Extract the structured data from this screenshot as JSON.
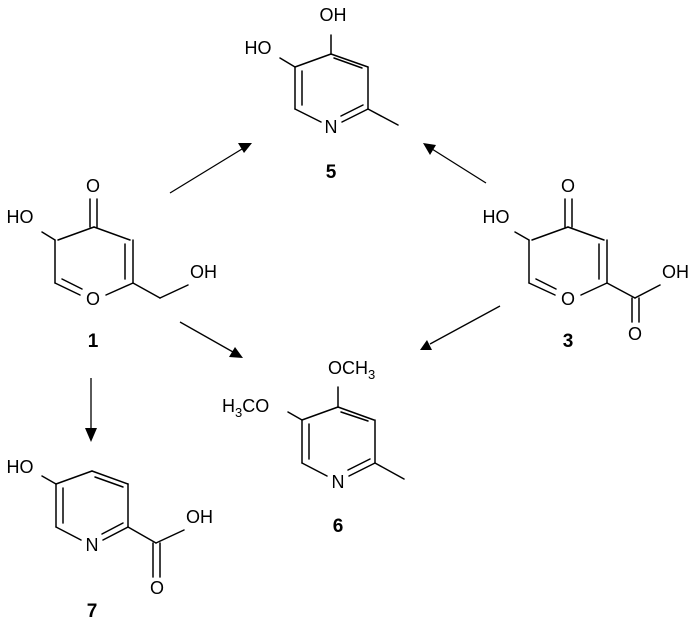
{
  "compounds": [
    {
      "id": "1",
      "label": "1",
      "atoms": {
        "carbonyl_o": "O",
        "hydroxy": "HO",
        "ring_o": "O",
        "side_oh": "OH"
      }
    },
    {
      "id": "3",
      "label": "3",
      "atoms": {
        "carbonyl_o": "O",
        "hydroxy": "HO",
        "ring_o": "O",
        "acid_oh": "OH",
        "acid_o": "O"
      }
    },
    {
      "id": "5",
      "label": "5",
      "atoms": {
        "oh_top": "OH",
        "hydroxy": "HO",
        "ring_n": "N"
      }
    },
    {
      "id": "6",
      "label": "6",
      "atoms": {
        "och3_o": "OCH",
        "och3_sub": "3",
        "h3co_h": "H",
        "h3co_sub": "3",
        "h3co_co": "CO",
        "ring_n": "N"
      }
    },
    {
      "id": "7",
      "label": "7",
      "atoms": {
        "hydroxy": "HO",
        "ring_n": "N",
        "acid_oh": "OH",
        "acid_o": "O"
      }
    }
  ],
  "arrows": [
    {
      "from": "1",
      "to": "5"
    },
    {
      "from": "3",
      "to": "5"
    },
    {
      "from": "1",
      "to": "6"
    },
    {
      "from": "3",
      "to": "6"
    },
    {
      "from": "1",
      "to": "7"
    }
  ]
}
